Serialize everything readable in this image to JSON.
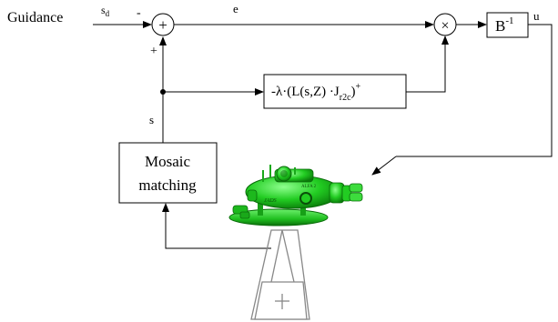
{
  "diagram": {
    "inputs": {
      "guidance": "Guidance",
      "s_d_main": "s",
      "s_d_sub": "d"
    },
    "signs": {
      "minus": "-",
      "plus": "+"
    },
    "signals": {
      "e": "e",
      "u": "u",
      "s": "s"
    },
    "blocks": {
      "gain": {
        "prefix": "-λ·(L(s,Z) ·J",
        "sub": "r2c",
        "suffix": ")",
        "sup": "+"
      },
      "binv": {
        "main": "B",
        "sup": "-1"
      },
      "mosaic": {
        "line1": "Mosaic",
        "line2": "matching"
      }
    },
    "operators": {
      "sum": "+",
      "product": "×"
    },
    "vehicle": {
      "label": "ALFA 2",
      "side_text": "JADS"
    },
    "colors": {
      "line": "#000000",
      "vehicle_green": "#22cc22",
      "vehicle_dark": "#0a6b0a",
      "camera_gray": "#888888"
    }
  }
}
